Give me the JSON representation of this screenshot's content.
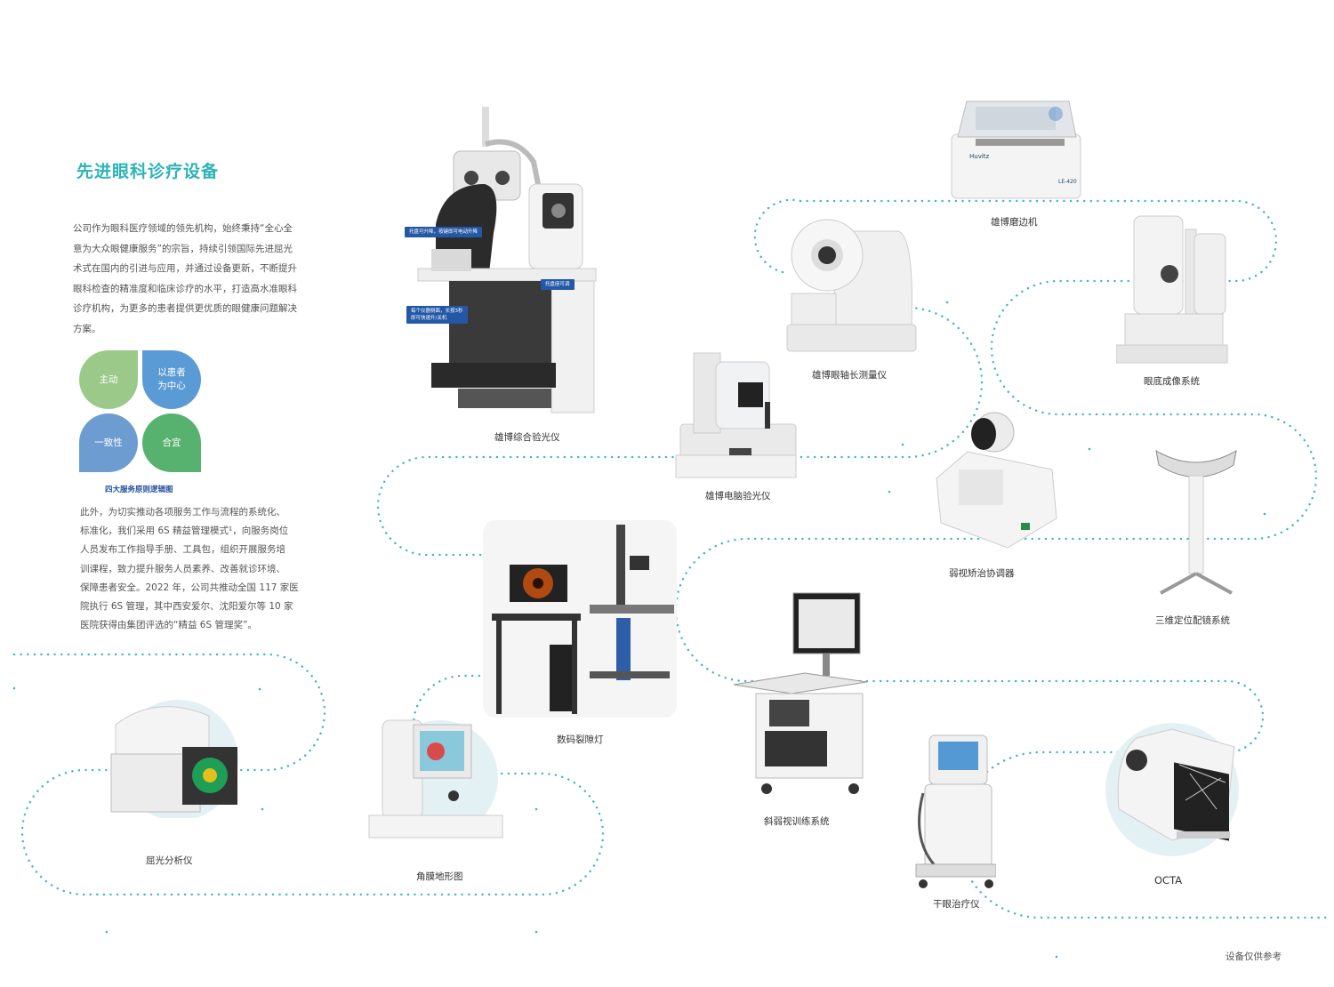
{
  "heading": "先进眼科诊疗设备",
  "intro": "公司作为眼科医疗领域的领先机构，始终秉持“全心全\n意为大众眼健康服务”的宗旨，持续引领国际先进屈光\n术式在国内的引进与应用，并通过设备更新，不断提升\n眼科检查的精准度和临床诊疗的水平，打造高水准眼科\n诊疗机构，为更多的患者提供更优质的眼健康问题解决\n方案。",
  "service_principles": {
    "petals": [
      "主动",
      "以患者\n为中心",
      "一致性",
      "合宜"
    ],
    "caption": "四大服务原则逻辑图"
  },
  "body_text": "此外，为切实推动各项服务工作与流程的系统化、\n标准化，我们采用 6S 精益管理模式¹，向服务岗位\n人员发布工作指导手册、工具包，组织开展服务培\n训课程，致力提升服务人员素养、改善就诊环境、\n保障患者安全。2022 年，公司共推动全国 117 家医\n院执行 6S 管理，其中西安爱尔、沈阳爱尔等 10 家\n医院获得由集团评选的“精益 6S 管理奖”。",
  "callouts": [
    "托盘可升降，按键即可电动升降",
    "托盘座可调",
    "每个仪器侧面，长按3秒\n即可快速升/关机"
  ],
  "devices": [
    "雄博综合验光仪",
    "雄博磨边机",
    "雄博眼轴长测量仪",
    "眼底成像系统",
    "雄博电脑验光仪",
    "弱视矫治协调器",
    "三维定位配镜系统",
    "数码裂隙灯",
    "斜弱视训练系统",
    "屈光分析仪",
    "角膜地形图",
    "干眼治疗仪",
    "OCTA"
  ],
  "footer_note": "设备仅供参考",
  "colors": {
    "accent": "#2fb3b7",
    "dots": "#3bb7c3"
  }
}
